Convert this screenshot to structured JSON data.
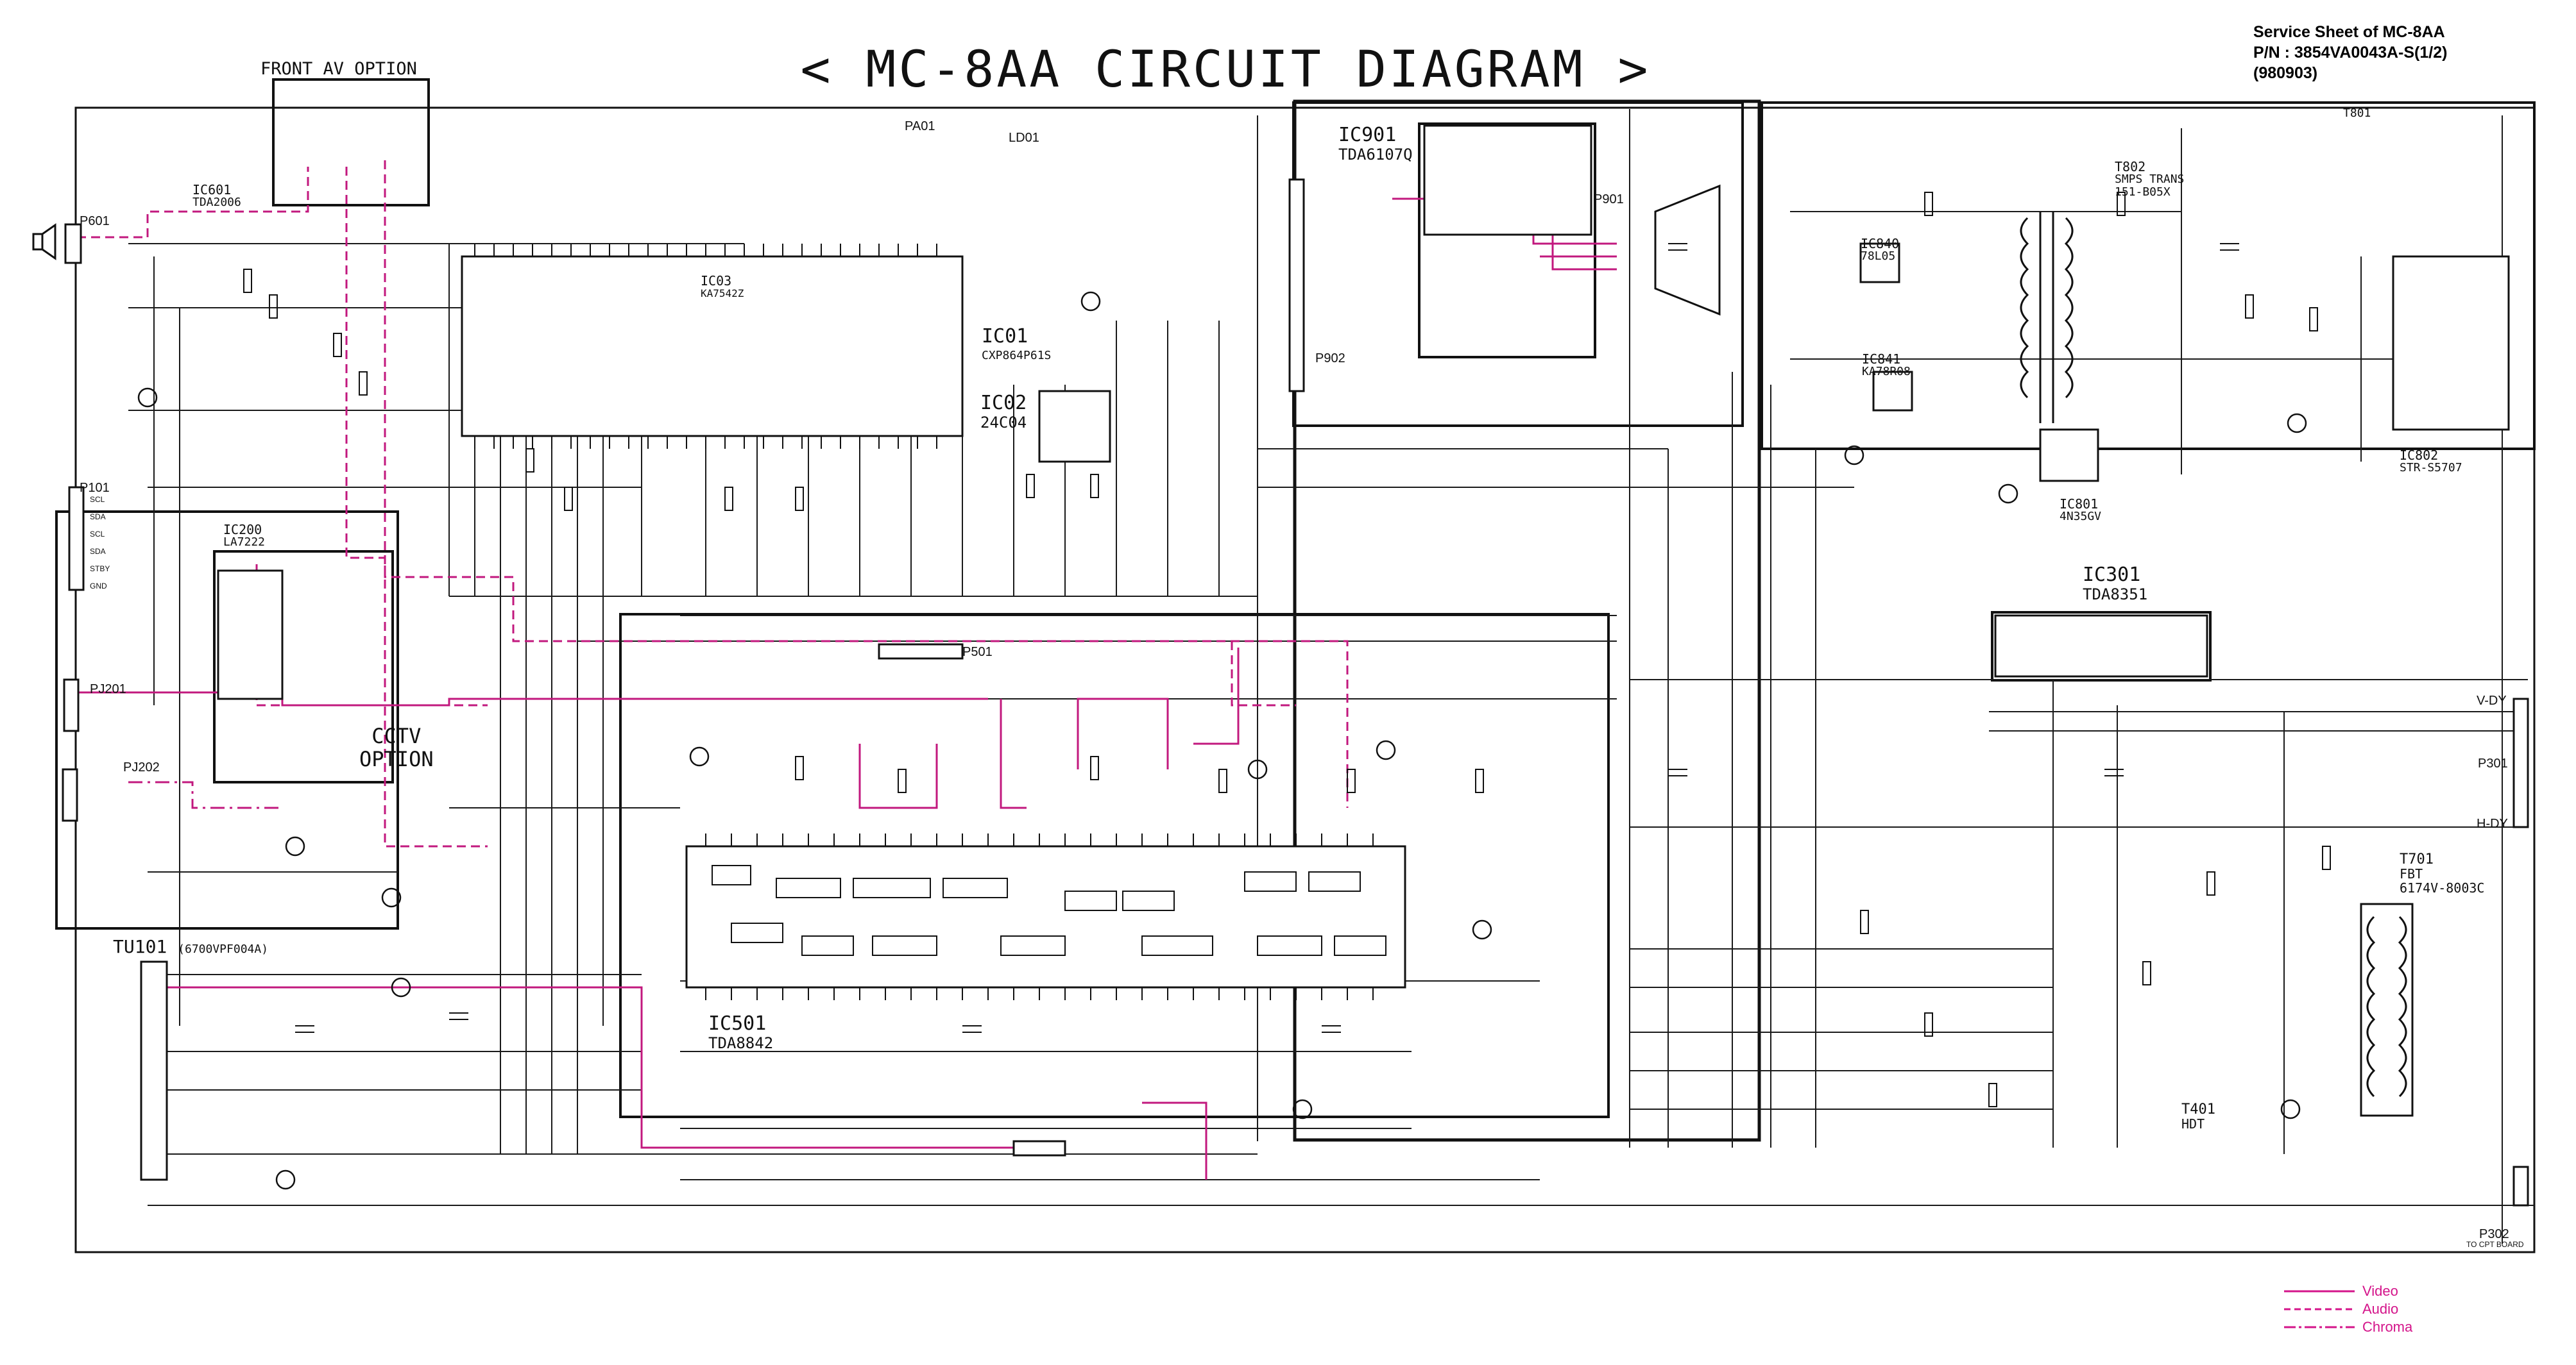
{
  "title": "< MC-8AA CIRCUIT DIAGRAM >",
  "service_sheet": {
    "line1": "Service Sheet of MC-8AA",
    "line2": "P/N : 3854VA0043A-S(1/2)",
    "line3": "(980903)"
  },
  "sections": {
    "front_av": "FRONT AV OPTION",
    "cctv_line1": "CCTV",
    "cctv_line2": "OPTION"
  },
  "ics": [
    {
      "id": "IC901",
      "part": "TDA6107Q"
    },
    {
      "id": "IC01",
      "part": "CXP864P61S"
    },
    {
      "id": "IC02",
      "part": "24C04"
    },
    {
      "id": "IC03",
      "part": "KA7542Z"
    },
    {
      "id": "IC501",
      "part": "TDA8842"
    },
    {
      "id": "IC301",
      "part": "TDA8351"
    },
    {
      "id": "IC601",
      "part": "TDA2006"
    },
    {
      "id": "IC200",
      "part": "LA7222"
    },
    {
      "id": "IC840",
      "part": "78L05"
    },
    {
      "id": "IC841",
      "part": "KA78R08"
    },
    {
      "id": "IC801",
      "part": "4N35GV"
    },
    {
      "id": "IC802",
      "part": "STR-S5707"
    }
  ],
  "transformers": [
    {
      "id": "T802",
      "desc": "SMPS TRANS",
      "part": "151-B05X"
    },
    {
      "id": "T701",
      "desc": "FBT",
      "part": "6174V-8003C"
    },
    {
      "id": "T401",
      "desc": "HDT",
      "part": ""
    },
    {
      "id": "T801",
      "desc": "",
      "part": ""
    }
  ],
  "connectors": [
    "P601",
    "P101",
    "PJ201",
    "PJ202",
    "P901",
    "P902",
    "P301",
    "P302",
    "P501",
    "PA01",
    "LD01"
  ],
  "tuner": {
    "id": "TU101",
    "part": "(6700VPF004A)"
  },
  "p101_pins": [
    "SCL",
    "SDA",
    "SCL",
    "SDA",
    "STBY",
    "GND"
  ],
  "yoke_labels": [
    "V-DY",
    "H-DY"
  ],
  "p302_note": "TO CPT BOARD",
  "legend": [
    {
      "label": "Video",
      "style": "solid"
    },
    {
      "label": "Audio",
      "style": "dashed"
    },
    {
      "label": "Chroma",
      "style": "dashdot"
    }
  ],
  "colors": {
    "wire": "#1a1a1a",
    "signal": "#c2187e",
    "paper": "#ffffff"
  }
}
